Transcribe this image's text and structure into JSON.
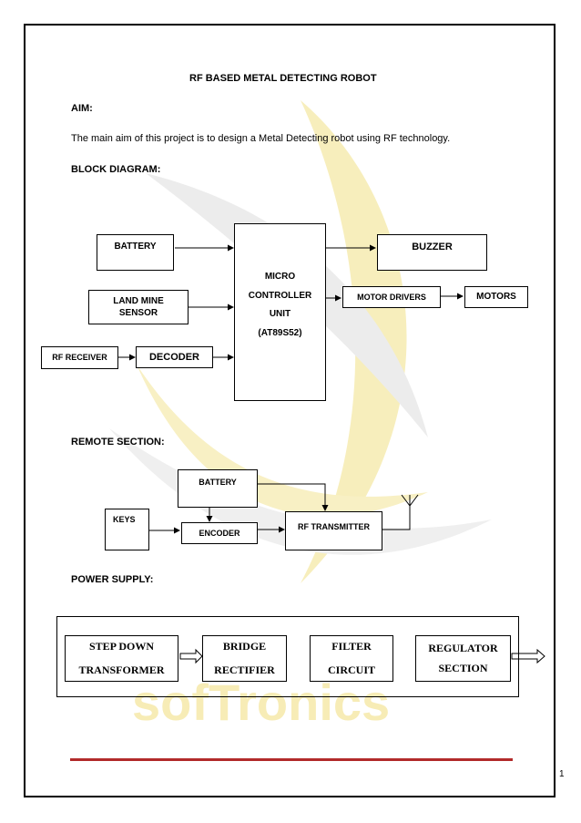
{
  "document": {
    "title": "RF BASED METAL DETECTING ROBOT",
    "aim_heading": "AIM:",
    "aim_text": "The main aim of this project is to design a Metal Detecting robot using RF technology.",
    "block_diagram_heading": "BLOCK DIAGRAM:",
    "remote_heading": "REMOTE SECTION:",
    "power_heading": "POWER SUPPLY:",
    "page_number": "1"
  },
  "block_diagram": {
    "battery": "BATTERY",
    "land_mine_line1": "LAND MINE",
    "land_mine_line2": "SENSOR",
    "rf_receiver": "RF RECEIVER",
    "decoder": "DECODER",
    "mcu_line1": "MICRO",
    "mcu_line2": "CONTROLLER",
    "mcu_line3": "UNIT",
    "mcu_line4": "(AT89S52)",
    "buzzer": "BUZZER",
    "motor_drivers": "MOTOR DRIVERS",
    "motors": "MOTORS"
  },
  "remote_section": {
    "battery": "BATTERY",
    "keys": "KEYS",
    "encoder": "ENCODER",
    "rf_transmitter": "RF TRANSMITTER"
  },
  "power_supply": {
    "step_down_line1": "STEP DOWN",
    "step_down_line2": "TRANSFORMER",
    "bridge_line1": "BRIDGE",
    "bridge_line2": "RECTIFIER",
    "filter_line1": "FILTER",
    "filter_line2": "CIRCUIT",
    "regulator_line1": "REGULATOR",
    "regulator_line2": "SECTION"
  },
  "watermark": {
    "text": "sofTronics",
    "color_yellow": "#f7e9a6",
    "color_grey": "#e4e4e4"
  },
  "colors": {
    "footer_rule": "#b22a2a"
  }
}
